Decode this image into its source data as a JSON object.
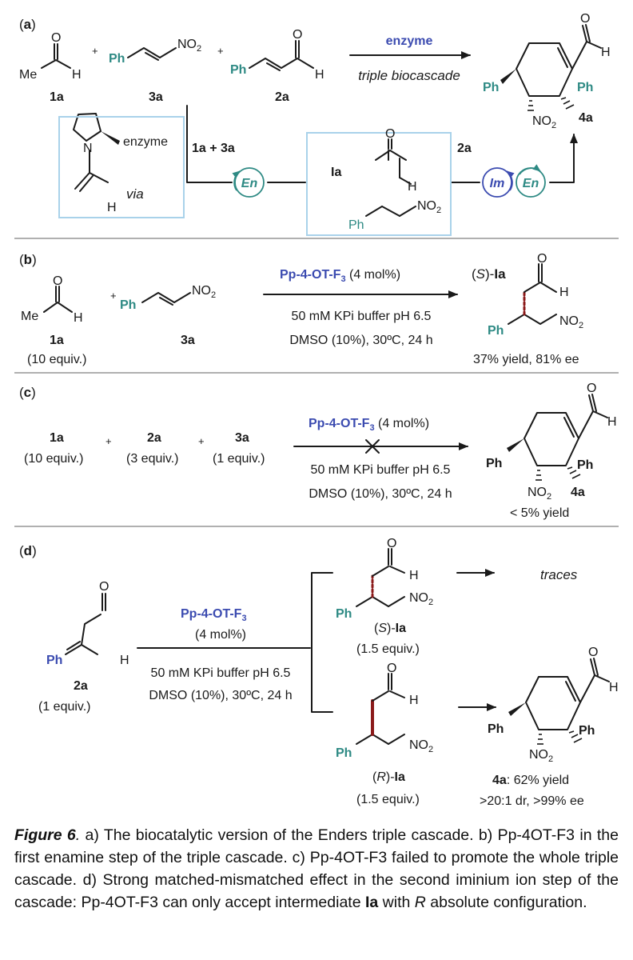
{
  "colors": {
    "blue": "#3b4bb0",
    "teal": "#2e8a84",
    "red": "#8b1a1a",
    "box": "#a9d2ea",
    "divider": "#b0b0b0",
    "text": "#1a1a1a"
  },
  "panel_a": {
    "tag": "(a)",
    "c1a": "1a",
    "c3a": "3a",
    "c2a": "2a",
    "c4a": "4a",
    "cIa": "Ia",
    "enzyme": "enzyme",
    "triple": "triple biocascade",
    "step1": "1a + 3a",
    "step2": "2a",
    "via": "via",
    "en": "En",
    "im": "Im"
  },
  "panel_b": {
    "tag": "(b)",
    "catalyst": "Pp-4-OT-F",
    "cat_sub": "3",
    "cat_load": " (4 mol%)",
    "cond1": "50 mM KPi buffer pH 6.5",
    "cond2": "DMSO (10%), 30ºC, 24 h",
    "c1a": "1a",
    "eq1a": "(10 equiv.)",
    "c3a": "3a",
    "product_pre": "(",
    "product_S": "S",
    "product_post": ")-",
    "product_label": "Ia",
    "result": "37% yield, 81% ee"
  },
  "panel_c": {
    "tag": "(c)",
    "c1a": "1a",
    "eq1a": "(10 equiv.)",
    "c2a": "2a",
    "eq2a": "(3 equiv.)",
    "c3a": "3a",
    "eq3a": "(1 equiv.)",
    "catalyst": "Pp-4-OT-F",
    "cat_sub": "3",
    "cat_load": " (4 mol%)",
    "cond1": "50 mM KPi buffer pH 6.5",
    "cond2": "DMSO (10%), 30ºC, 24 h",
    "c4a": "4a",
    "result": "< 5% yield"
  },
  "panel_d": {
    "tag": "(d)",
    "catalyst": "Pp-4-OT-F",
    "cat_sub": "3",
    "cat_load": "(4 mol%)",
    "cond1": "50 mM KPi buffer pH 6.5",
    "cond2": "DMSO (10%), 30ºC, 24 h",
    "c2a": "2a",
    "eq2a": "(1 equiv.)",
    "s_label": "Ia",
    "s_conf": "S",
    "s_eq": "(1.5 equiv.)",
    "traces": "traces",
    "r_label": "Ia",
    "r_conf": "R",
    "r_eq": "(1.5 equiv.)",
    "p_label": "4a",
    "p_yield": ": 62% yield",
    "p_sel": ">20:1 dr, >99% ee"
  },
  "atoms": {
    "ph": "Ph",
    "me": "Me",
    "h": "H",
    "o": "O",
    "n": "N",
    "no2": "NO",
    "two": "2"
  },
  "caption": {
    "fig": "Figure 6",
    "dot": ".",
    "part1": " a) The biocatalytic version of the Enders triple cascade. b) Pp-4OT-F3 in the first enamine step of the triple cascade. c) Pp-4OT-F3 failed to promote the whole triple cascade. d) Strong matched-mismatched effect in the second iminium ion step of the cascade: Pp-4OT-F3 can only accept intermediate ",
    "bold_Ia": "Ia",
    "part2": " with ",
    "R": "R",
    "part3": " absolute configuration."
  }
}
